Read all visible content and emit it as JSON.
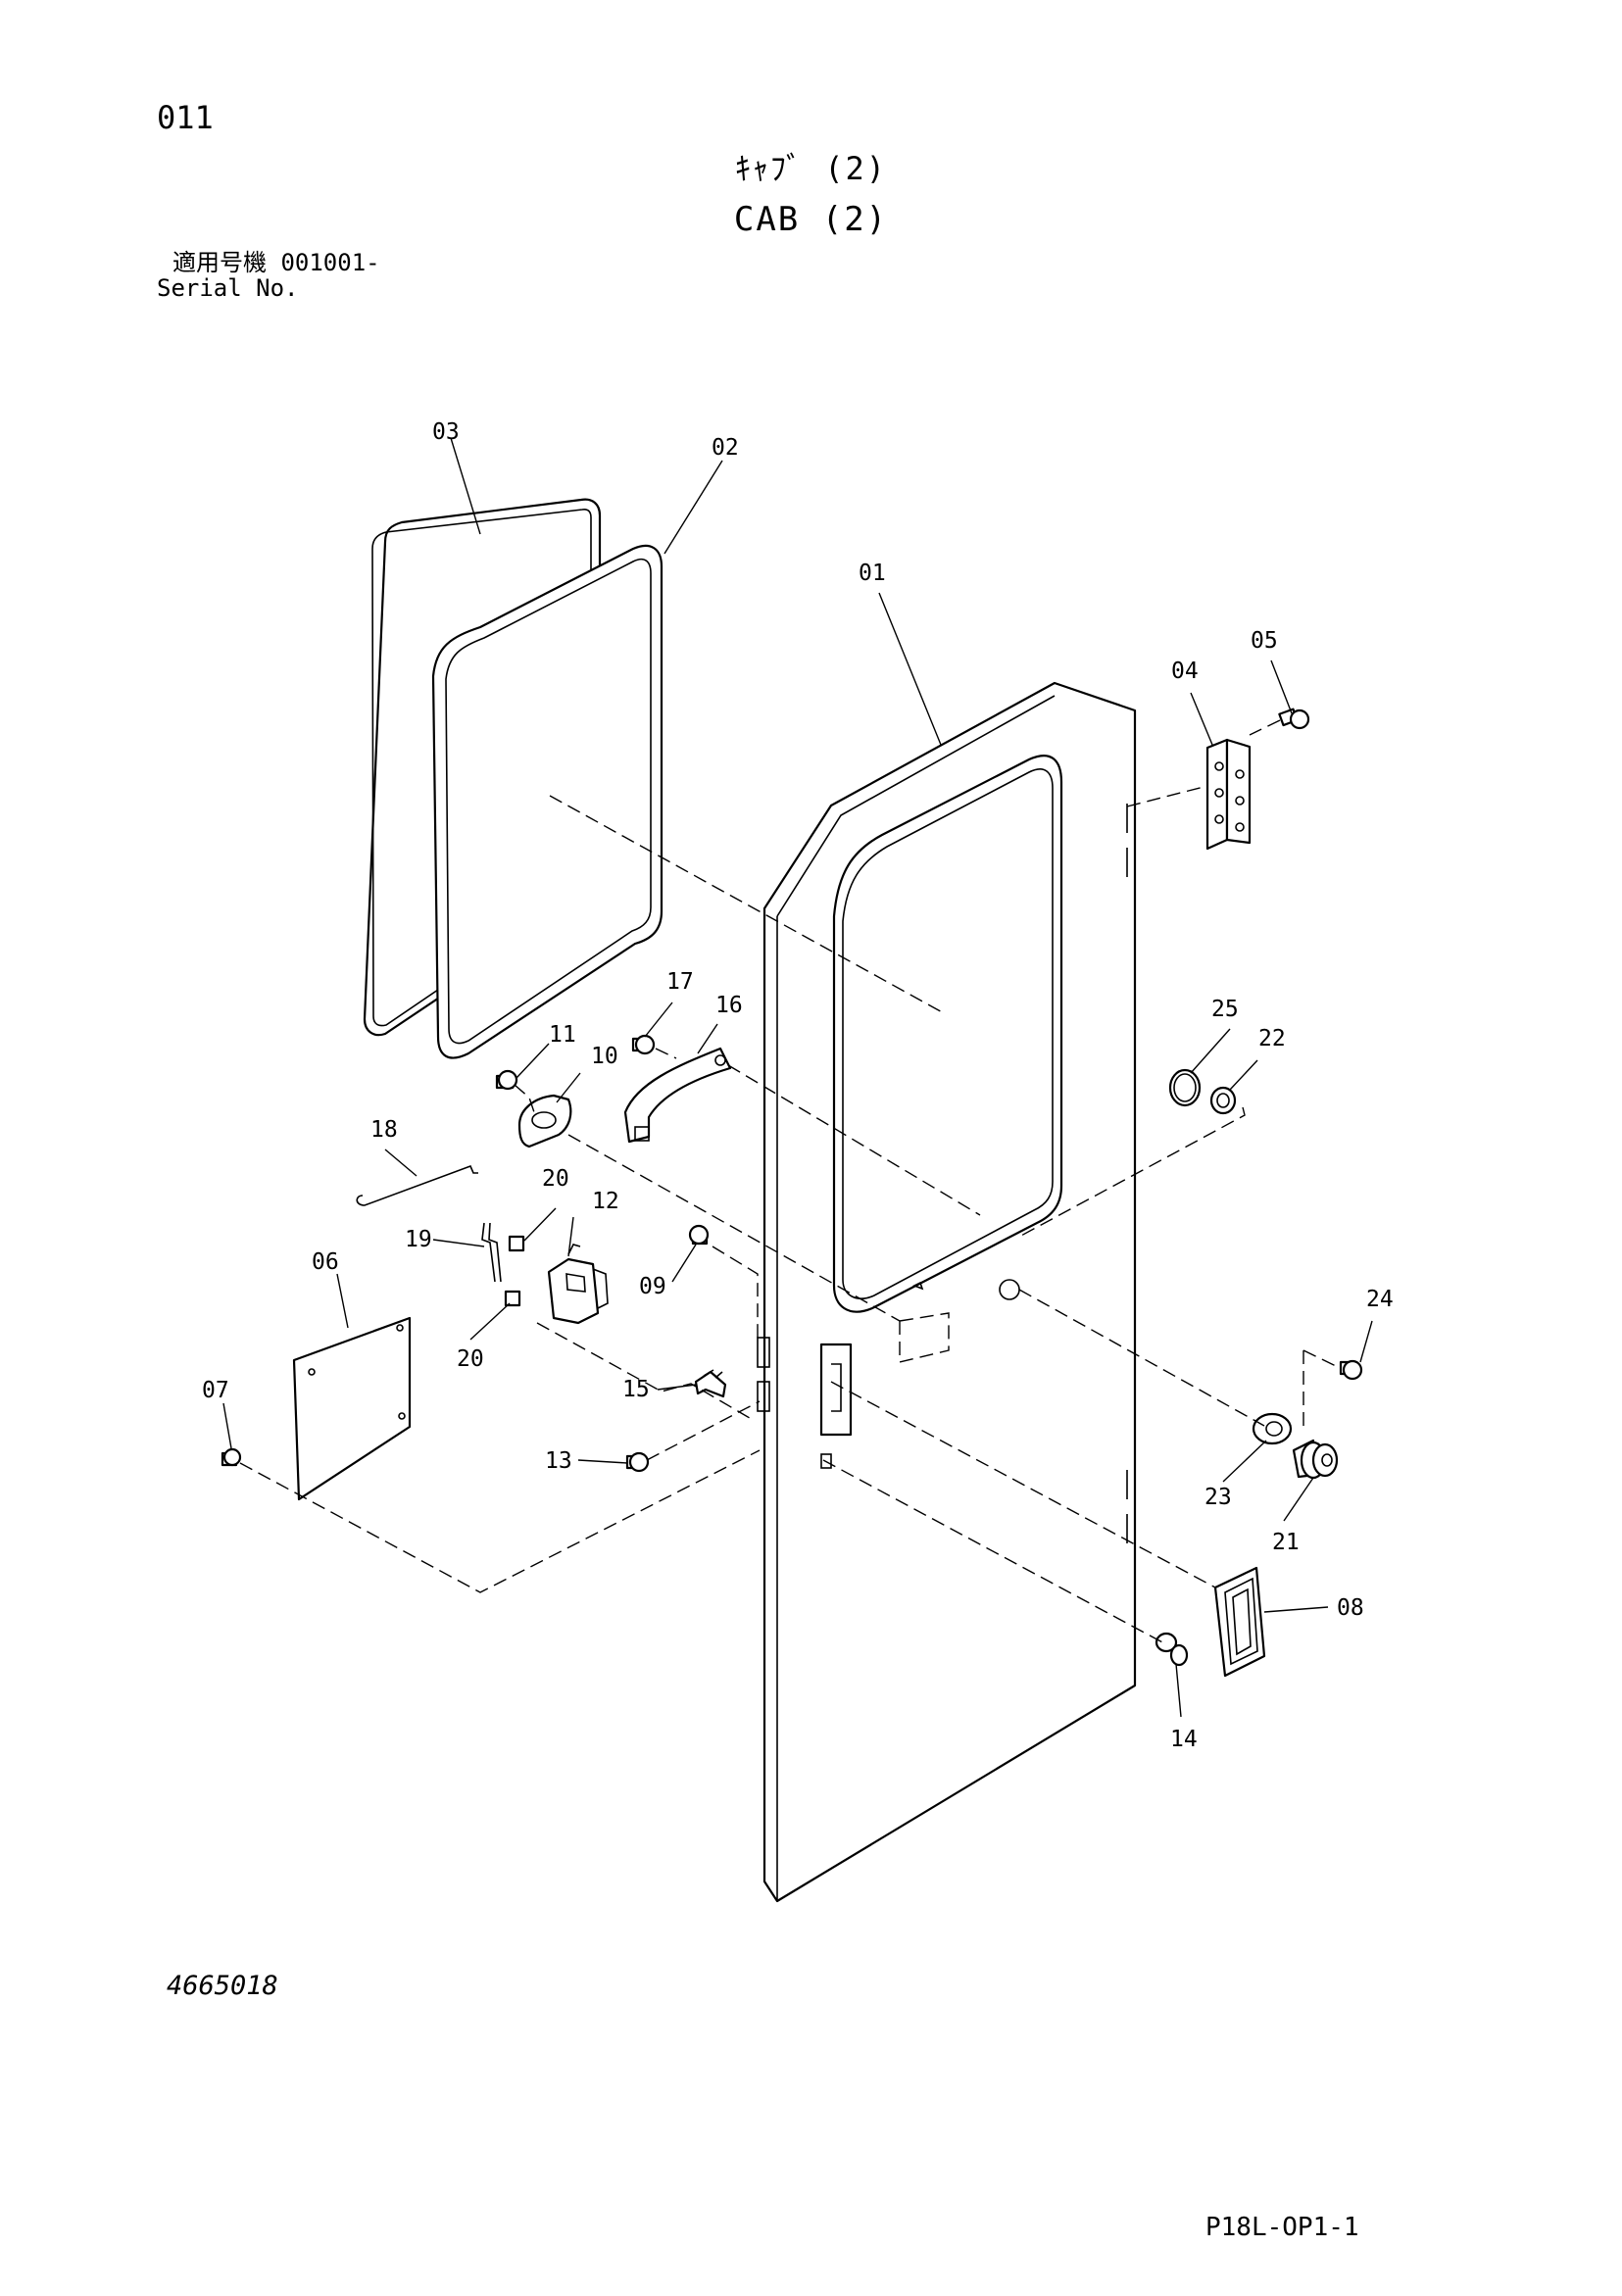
{
  "header": {
    "page_number": "011",
    "title_jp": "ｷｬﾌﾞ (2)",
    "title_en": "CAB (2)",
    "serial_label_jp": "適用号機",
    "serial_value": "001001-",
    "serial_label_en": "Serial No."
  },
  "footer": {
    "drawing_number": "4665018",
    "sheet_code": "P18L-OP1-1"
  },
  "callouts": {
    "c01": "01",
    "c02": "02",
    "c03": "03",
    "c04": "04",
    "c05": "05",
    "c06": "06",
    "c07": "07",
    "c08": "08",
    "c09": "09",
    "c10": "10",
    "c11": "11",
    "c12": "12",
    "c13": "13",
    "c14": "14",
    "c15": "15",
    "c16": "16",
    "c17": "17",
    "c18": "18",
    "c19": "19",
    "c20a": "20",
    "c20b": "20",
    "c21": "21",
    "c22": "22",
    "c23": "23",
    "c24": "24",
    "c25": "25"
  }
}
